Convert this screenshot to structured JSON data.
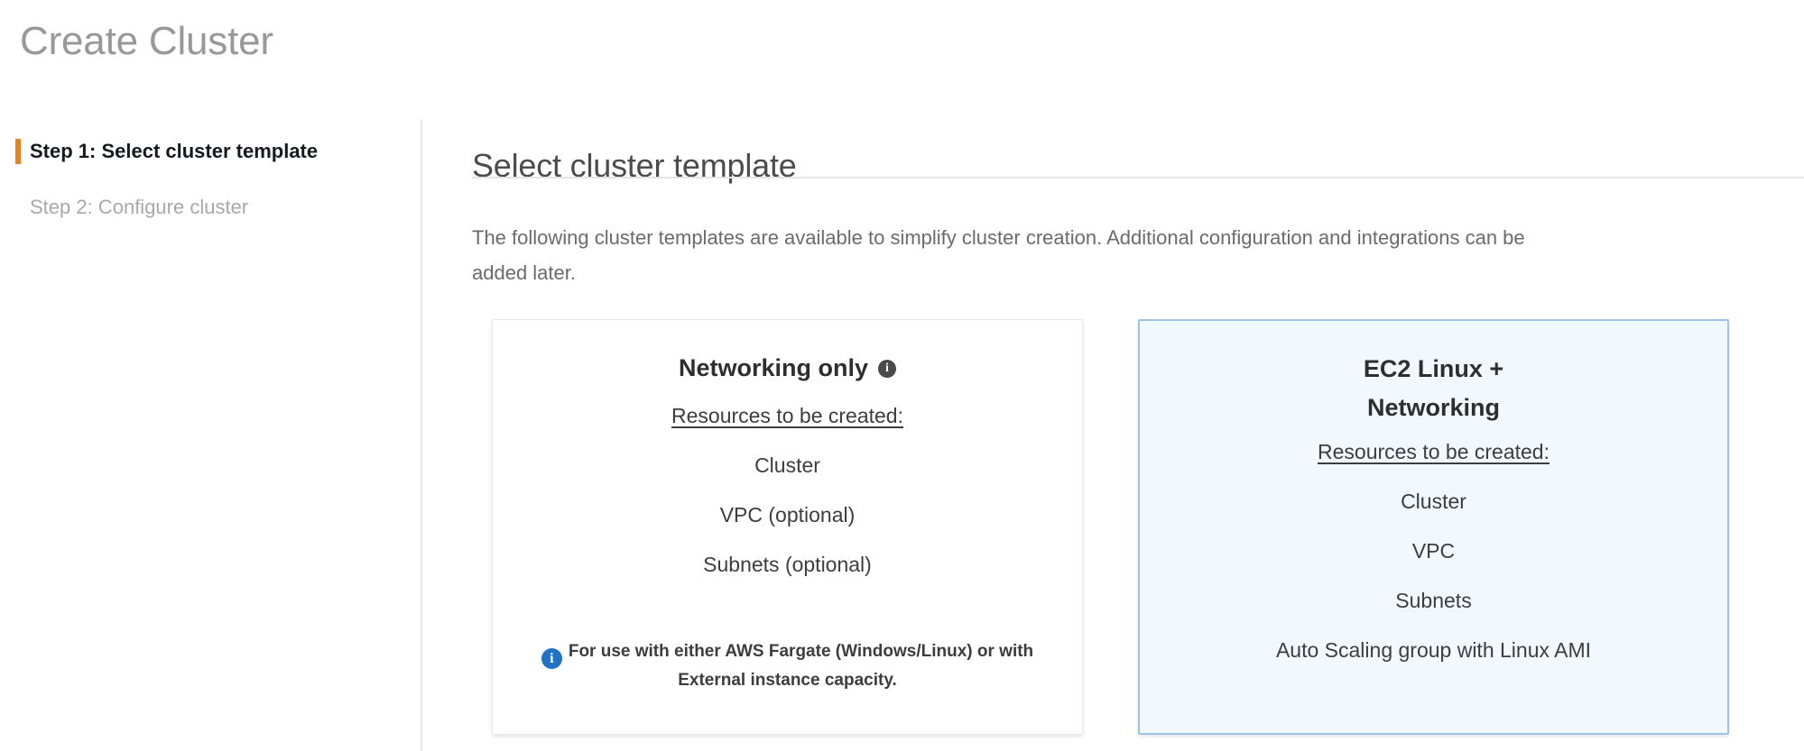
{
  "page": {
    "title": "Create Cluster"
  },
  "sidebar": {
    "steps": [
      {
        "label": "Step 1: Select cluster template",
        "active": true
      },
      {
        "label": "Step 2: Configure cluster",
        "active": false
      }
    ]
  },
  "main": {
    "heading": "Select cluster template",
    "description": "The following cluster templates are available to simplify cluster creation. Additional configuration and integrations can be added later.",
    "cards": [
      {
        "title": "Networking only",
        "has_info_icon": true,
        "info_icon_name": "info-icon",
        "resources_label": "Resources to be created:",
        "resources": [
          "Cluster",
          "VPC (optional)",
          "Subnets (optional)"
        ],
        "note": "For use with either AWS Fargate (Windows/Linux) or with External instance capacity.",
        "note_icon_name": "info-icon-blue",
        "selected": false
      },
      {
        "title": "EC2 Linux +\nNetworking",
        "has_info_icon": false,
        "resources_label": "Resources to be created:",
        "resources": [
          "Cluster",
          "VPC",
          "Subnets",
          "Auto Scaling group with Linux AMI"
        ],
        "note": "",
        "selected": true
      }
    ]
  },
  "colors": {
    "accent_orange": "#e8821e",
    "selected_card_bg": "#f1f8fe",
    "selected_card_border": "#9dc3e6",
    "info_blue": "#1f72c4",
    "title_gray": "#989898"
  },
  "glyphs": {
    "info": "i"
  }
}
